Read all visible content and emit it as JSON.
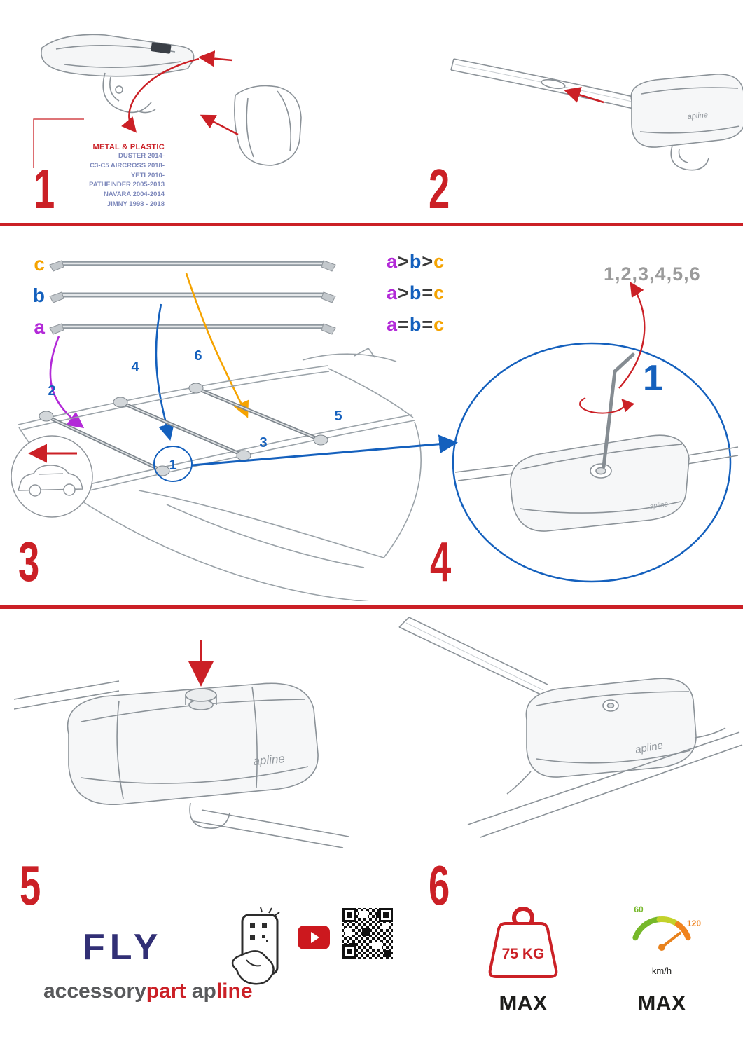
{
  "steps": {
    "n1": "1",
    "n2": "2",
    "n3": "3",
    "n4": "4",
    "n5": "5",
    "n6": "6"
  },
  "panel1": {
    "material": "METAL & PLASTIC",
    "models": [
      "DUSTER 2014-",
      "C3-C5 AIRCROSS 2018-",
      "YETI 2010-",
      "PATHFINDER 2005-2013",
      "NAVARA 2004-2014",
      "JIMNY 1998 - 2018"
    ]
  },
  "panel3": {
    "bar_labels": {
      "a": "a",
      "b": "b",
      "c": "c"
    },
    "legend": [
      {
        "a": "a",
        "op1": ">",
        "b": "b",
        "op2": ">",
        "c": "c"
      },
      {
        "a": "a",
        "op1": ">",
        "b": "b",
        "op2": "=",
        "c": "c"
      },
      {
        "a": "a",
        "op1": "=",
        "b": "b",
        "op2": "=",
        "c": "c"
      }
    ],
    "positions": {
      "p1": "1",
      "p2": "2",
      "p3": "3",
      "p4": "4",
      "p5": "5",
      "p6": "6"
    }
  },
  "panel4": {
    "sequence": "1,2,3,4,5,6",
    "first": "1"
  },
  "logo": {
    "foot": "apline"
  },
  "branding": {
    "fly": "FLY",
    "accessory": "accessory",
    "part": "part",
    "ap": "ap",
    "line": "line"
  },
  "limits": {
    "weight_value": "75 KG",
    "weight_max_label": "MAX",
    "speed_low": "60",
    "speed_high": "120",
    "speed_unit": "km/h",
    "speed_max_label": "MAX"
  },
  "icons": [
    "phone-qr-scan-icon",
    "youtube-icon",
    "qr-code-icon",
    "weight-max-icon",
    "speedometer-icon"
  ],
  "colors": {
    "accent_red": "#cb2026",
    "blue": "#1460bd",
    "purple": "#b32ad8",
    "orange": "#f5a300",
    "gray_line": "#8b9298"
  }
}
